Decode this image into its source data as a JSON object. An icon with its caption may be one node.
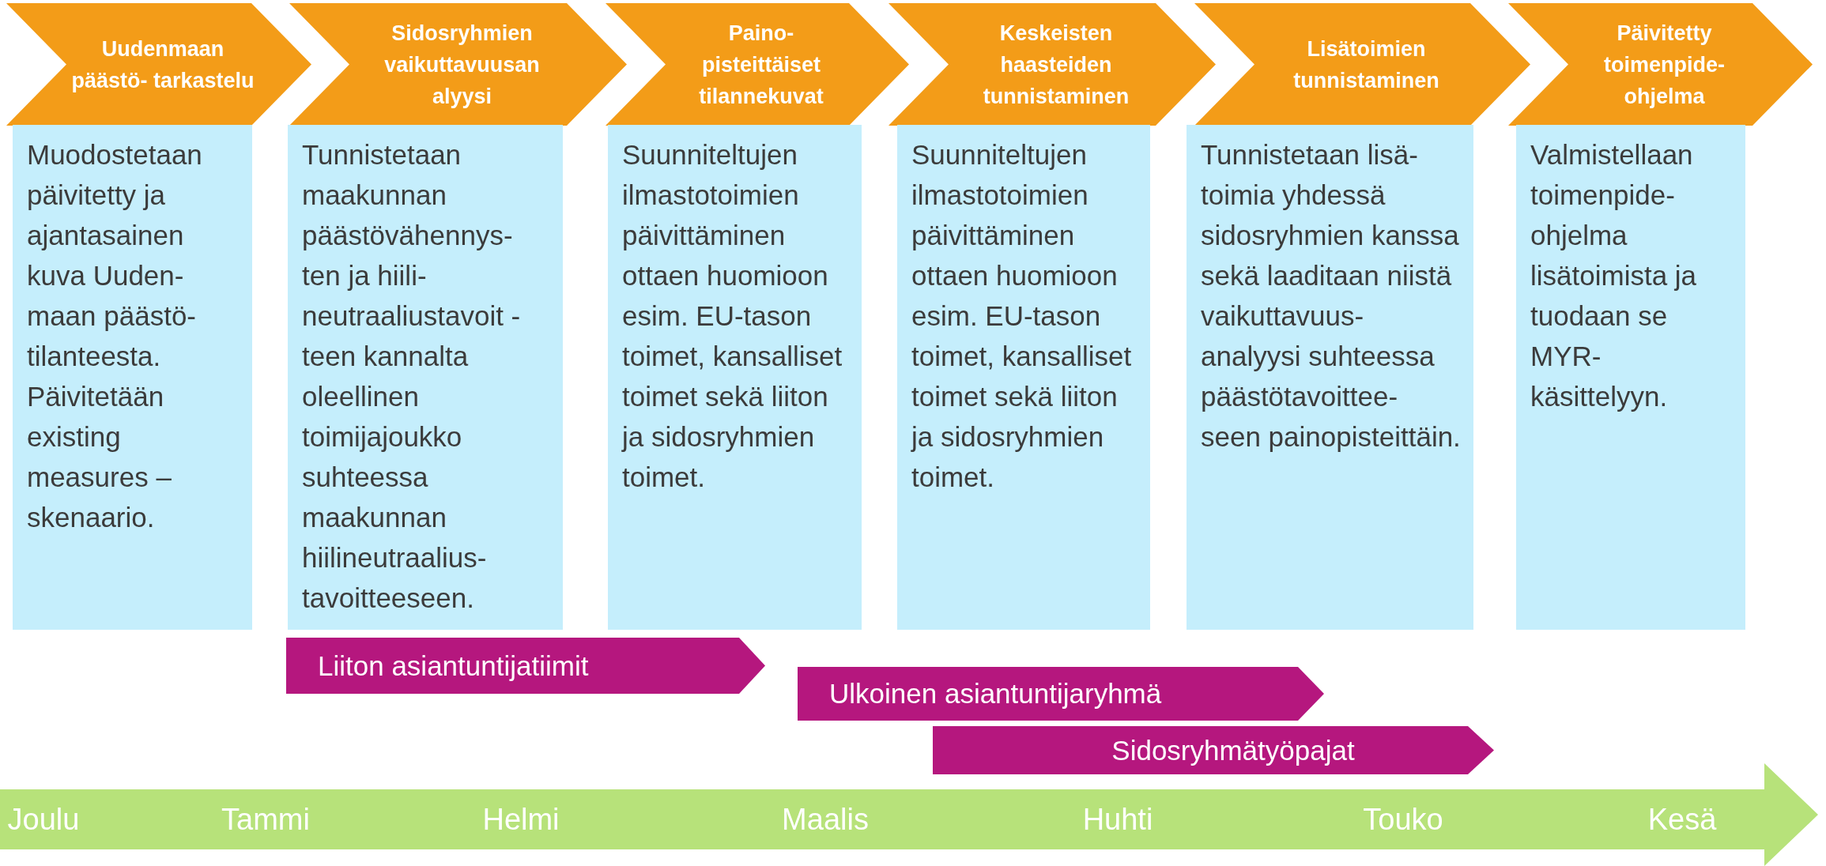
{
  "diagram": {
    "nodes": [
      {
        "text": [
          "Uudenmaan päästö- tarkastelu"
        ]
      },
      {
        "text": [
          "Sidosryhmien vaikuttavuusan alyysi"
        ]
      },
      {
        "text": [
          "Paino- pisteittäiset tilannekuvat"
        ]
      },
      {
        "text": [
          "Keskeisten haasteiden tunnistaminen"
        ]
      },
      {
        "text": [
          "Lisätoimien tunnistaminen"
        ]
      },
      {
        "text": [
          "Päivitetty toimenpide- ohjelma"
        ]
      },
      {
        "text": [
          "Muodostetaan päivitetty ja ajantasainen kuva Uuden- maan päästö- tilanteesta. Päivitetään existing measures – skenaario."
        ]
      },
      {
        "text": [
          "Tunnistetaan maakunnan päästövähennys- ten ja hiili- neutraaliustavoit -teen kannalta oleellinen toimijajoukko suhteessa maakunnan hiilineutraalius- tavoitteeseen."
        ]
      },
      {
        "text": [
          "Suunniteltujen ilmastotoimien päivittäminen ottaen huomioon esim. EU-tason toimet, kansalliset toimet sekä liiton ja sidosryhmien toimet."
        ]
      },
      {
        "text": [
          "Suunniteltujen ilmastotoimien päivittäminen ottaen huomioon esim. EU-tason toimet, kansalliset toimet sekä liiton ja sidosryhmien toimet."
        ]
      },
      {
        "text": [
          "Tunnistetaan lisä- toimia yhdessä sidosryhmien kanssa sekä laaditaan niistä vaikuttavuus- analyysi suhteessa päästötavoittee- seen painopisteittäin."
        ]
      },
      {
        "text": [
          "Valmistellaan toimenpide- ohjelma lisätoimista ja tuodaan se MYR- käsittelyyn."
        ]
      },
      {
        "text": [
          "Liiton asiantuntijatiimit"
        ]
      },
      {
        "text": [
          "Ulkoinen asiantuntijaryhmä"
        ]
      },
      {
        "text": [
          "Sidosryhmätyöpajat"
        ]
      }
    ],
    "labels": [
      "Joulu",
      "Tammi",
      "Helmi",
      "Maalis",
      "Huhti",
      "Touko",
      "Kesä"
    ]
  }
}
